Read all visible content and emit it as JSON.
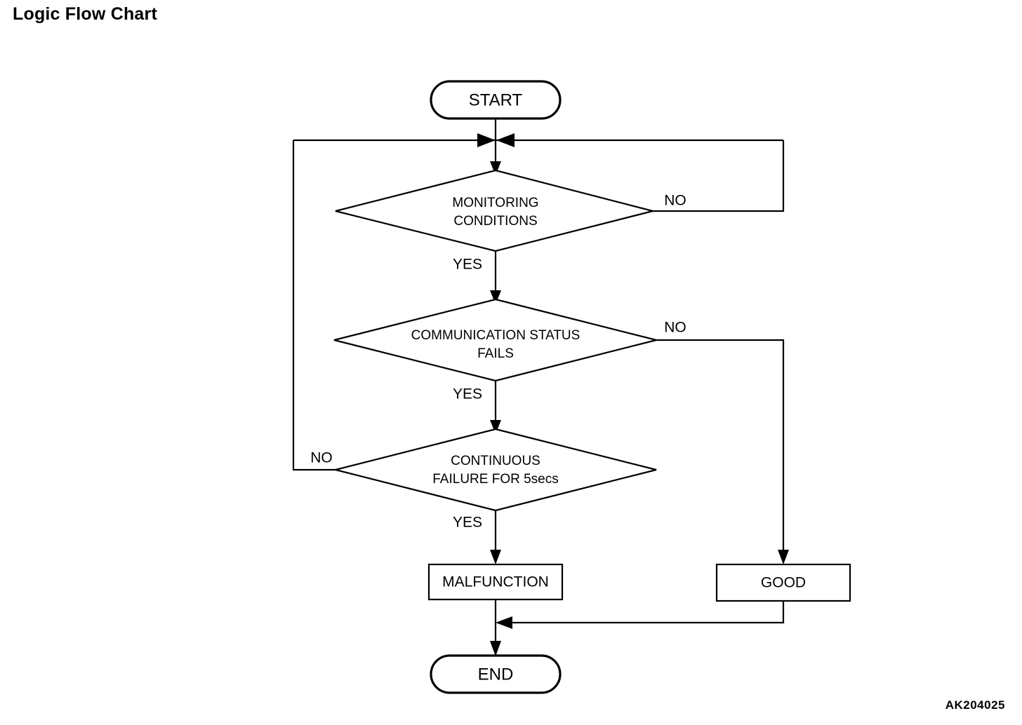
{
  "page": {
    "title": "Logic Flow Chart",
    "watermark": "AK204025",
    "background_color": "#ffffff",
    "line_color": "#000000"
  },
  "chart_data": {
    "type": "diagram",
    "diagram_kind": "flowchart",
    "title": "Logic Flow Chart",
    "nodes": [
      {
        "id": "start",
        "kind": "terminator",
        "label": "START"
      },
      {
        "id": "d1",
        "kind": "decision",
        "label": "MONITORING CONDITIONS",
        "line1": "MONITORING",
        "line2": "CONDITIONS"
      },
      {
        "id": "d2",
        "kind": "decision",
        "label": "COMMUNICATION STATUS FAILS",
        "line1": "COMMUNICATION STATUS",
        "line2": "FAILS"
      },
      {
        "id": "d3",
        "kind": "decision",
        "label": "CONTINUOUS FAILURE FOR 5secs",
        "line1": "CONTINUOUS",
        "line2": "FAILURE FOR 5secs"
      },
      {
        "id": "malf",
        "kind": "process",
        "label": "MALFUNCTION"
      },
      {
        "id": "good",
        "kind": "process",
        "label": "GOOD"
      },
      {
        "id": "end",
        "kind": "terminator",
        "label": "END"
      }
    ],
    "edges": [
      {
        "from": "start",
        "to": "d1",
        "label": ""
      },
      {
        "from": "d1",
        "to": "d2",
        "label": "YES"
      },
      {
        "from": "d1",
        "to": "d1",
        "label": "NO",
        "route": "right-loop-back-to-top"
      },
      {
        "from": "d2",
        "to": "d3",
        "label": "YES"
      },
      {
        "from": "d2",
        "to": "good",
        "label": "NO",
        "route": "right-down"
      },
      {
        "from": "d3",
        "to": "malf",
        "label": "YES"
      },
      {
        "from": "d3",
        "to": "d1",
        "label": "NO",
        "route": "left-loop-back-to-top"
      },
      {
        "from": "malf",
        "to": "end",
        "label": ""
      },
      {
        "from": "good",
        "to": "end",
        "label": "",
        "route": "down-left-merge"
      }
    ]
  },
  "labels": {
    "yes_1": "YES",
    "yes_2": "YES",
    "yes_3": "YES",
    "no_1": "NO",
    "no_2": "NO",
    "no_3": "NO"
  }
}
